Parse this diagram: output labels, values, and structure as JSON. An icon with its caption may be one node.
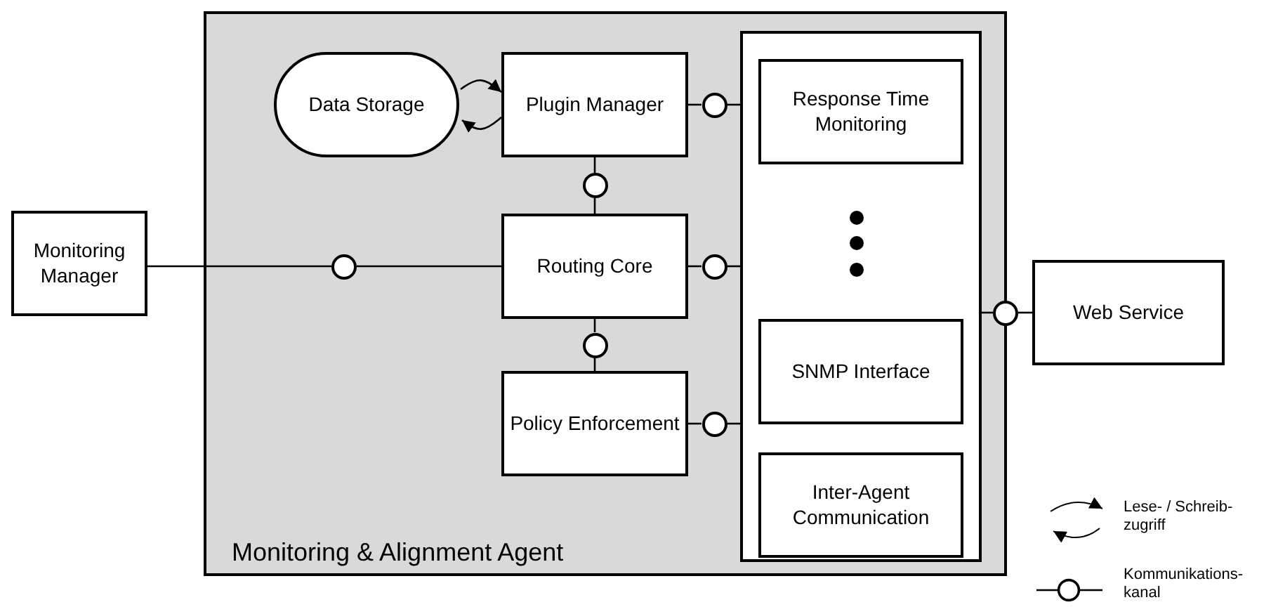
{
  "diagram": {
    "nodes": [
      {
        "text": [
          "Monitoring & Alignment Agent"
        ]
      },
      {
        "text": [
          "Data Storage"
        ],
        "in": 0
      },
      {
        "text": [
          "Plugin Manager"
        ],
        "in": 0
      },
      {
        "text": [
          "Routing Core"
        ],
        "in": 0
      },
      {
        "text": [
          "Policy Enforcement"
        ],
        "in": 0
      },
      {
        "text": [],
        "shape": "box",
        "in": 0
      },
      {
        "text": [
          "Response Time Monitoring"
        ],
        "in": 5
      },
      {
        "text": [
          "SNMP Interface"
        ],
        "in": 5
      },
      {
        "text": [
          "Inter-Agent Communication"
        ],
        "in": 5
      },
      {
        "text": [
          "Monitoring Manager"
        ]
      },
      {
        "text": [
          "Web Service"
        ]
      },
      {
        "text": [],
        "shape": "circle",
        "in": 0
      },
      {
        "text": [],
        "shape": "circle",
        "in": 0
      },
      {
        "text": [],
        "shape": "circle",
        "in": 0
      },
      {
        "text": [],
        "shape": "circle",
        "in": 0
      },
      {
        "text": [],
        "shape": "circle",
        "in": 0
      },
      {
        "text": [],
        "shape": "circle",
        "in": 0
      },
      {
        "text": [],
        "shape": "circle"
      }
    ],
    "edges": [
      {
        "from": 1,
        "to": 2,
        "arrow": "to"
      },
      {
        "from": 2,
        "to": 1,
        "arrow": "to"
      },
      {
        "from": 9,
        "to": 11,
        "arrow": "none"
      },
      {
        "from": 11,
        "to": 3,
        "arrow": "none"
      },
      {
        "from": 2,
        "to": 12,
        "arrow": "none"
      },
      {
        "from": 12,
        "to": 3,
        "arrow": "none"
      },
      {
        "from": 3,
        "to": 13,
        "arrow": "none"
      },
      {
        "from": 13,
        "to": 4,
        "arrow": "none"
      },
      {
        "from": 2,
        "to": 14,
        "arrow": "none"
      },
      {
        "from": 14,
        "to": 5,
        "arrow": "none"
      },
      {
        "from": 3,
        "to": 15,
        "arrow": "none"
      },
      {
        "from": 15,
        "to": 5,
        "arrow": "none"
      },
      {
        "from": 4,
        "to": 16,
        "arrow": "none"
      },
      {
        "from": 16,
        "to": 5,
        "arrow": "none"
      },
      {
        "from": 5,
        "to": 17,
        "arrow": "none"
      },
      {
        "from": 17,
        "to": 10,
        "arrow": "none"
      }
    ],
    "legend": [
      {
        "text": "Lese- / Schreib- zugriff"
      },
      {
        "text": "Kommunikations- kanal"
      }
    ]
  }
}
